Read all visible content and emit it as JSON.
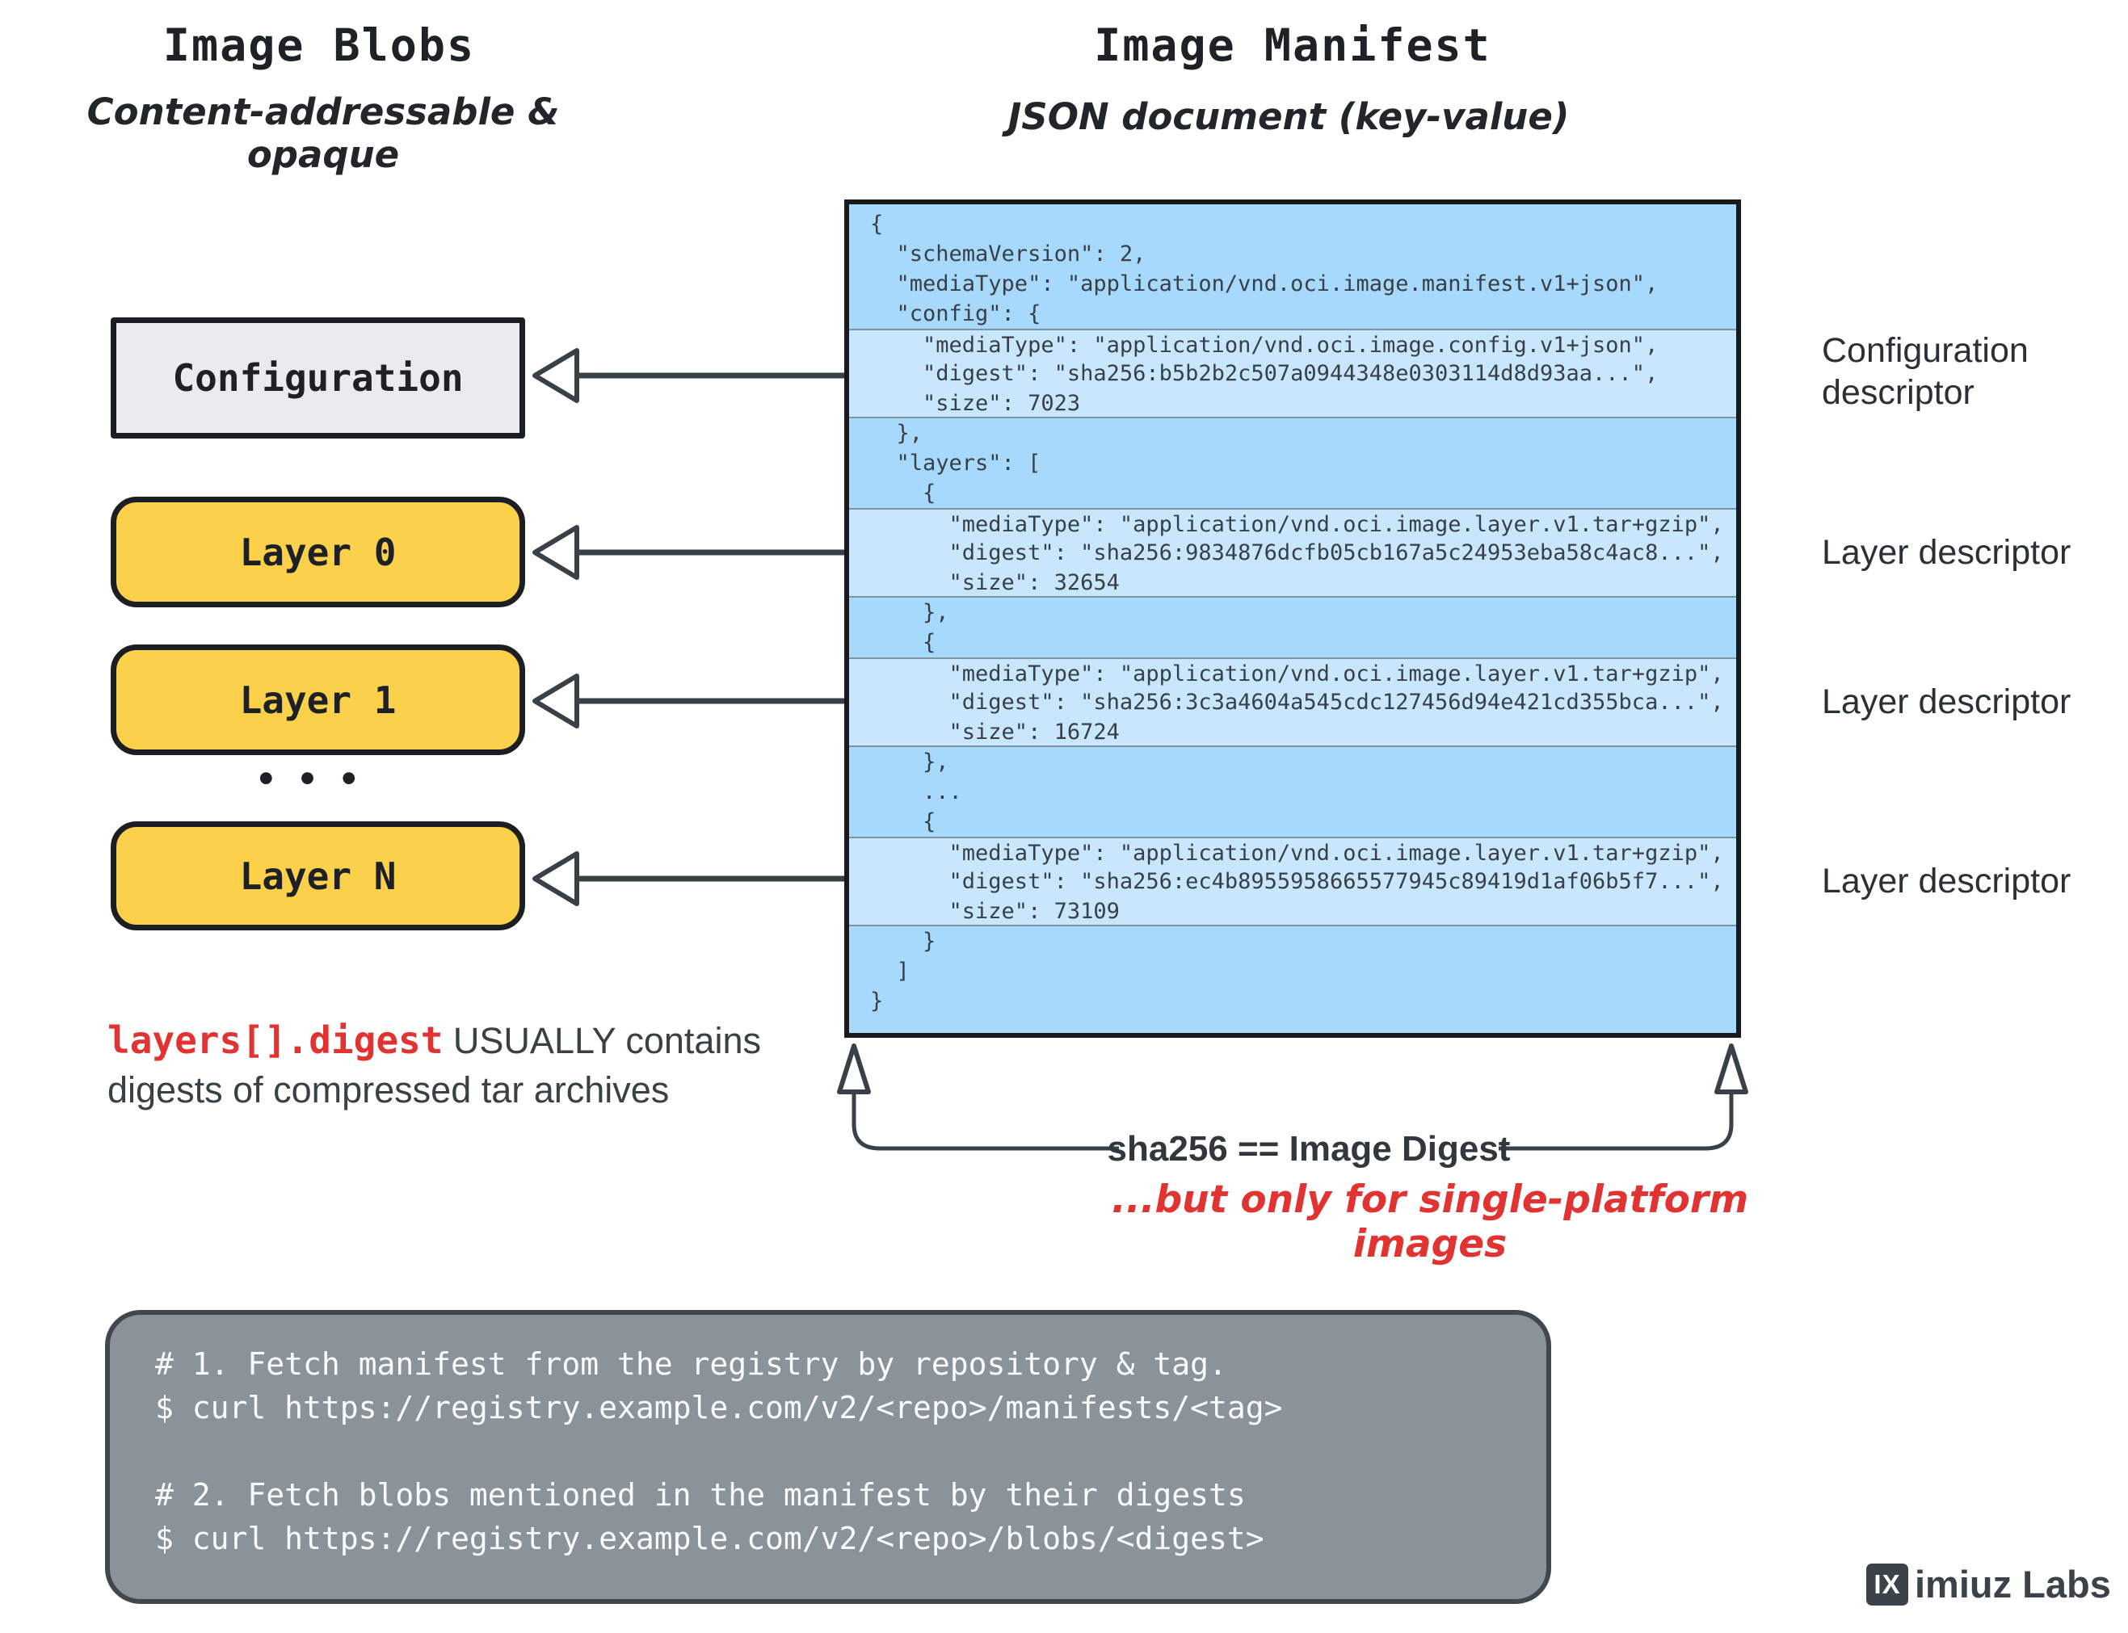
{
  "left_panel": {
    "title": "Image Blobs",
    "subtitle": "Content-addressable & opaque",
    "ellipsis": "•••",
    "blobs": [
      {
        "label": "Configuration",
        "type": "config"
      },
      {
        "label": "Layer 0",
        "type": "layer"
      },
      {
        "label": "Layer 1",
        "type": "layer"
      },
      {
        "label": "Layer N",
        "type": "layer"
      }
    ]
  },
  "manifest_panel": {
    "title": "Image Manifest",
    "subtitle": "JSON document (key-value)",
    "json_lines": [
      {
        "t": "{",
        "hl": false
      },
      {
        "t": "  \"schemaVersion\": 2,",
        "hl": false
      },
      {
        "t": "  \"mediaType\": \"application/vnd.oci.image.manifest.v1+json\",",
        "hl": false
      },
      {
        "t": "  \"config\": {",
        "hl": false
      },
      {
        "t": "    \"mediaType\": \"application/vnd.oci.image.config.v1+json\",",
        "hl": true
      },
      {
        "t": "    \"digest\": \"sha256:b5b2b2c507a0944348e0303114d8d93aa...\",",
        "hl": true
      },
      {
        "t": "    \"size\": 7023",
        "hl": true
      },
      {
        "t": "  },",
        "hl": false
      },
      {
        "t": "  \"layers\": [",
        "hl": false
      },
      {
        "t": "    {",
        "hl": false
      },
      {
        "t": "      \"mediaType\": \"application/vnd.oci.image.layer.v1.tar+gzip\",",
        "hl": true
      },
      {
        "t": "      \"digest\": \"sha256:9834876dcfb05cb167a5c24953eba58c4ac8...\",",
        "hl": true
      },
      {
        "t": "      \"size\": 32654",
        "hl": true
      },
      {
        "t": "    },",
        "hl": false
      },
      {
        "t": "    {",
        "hl": false
      },
      {
        "t": "      \"mediaType\": \"application/vnd.oci.image.layer.v1.tar+gzip\",",
        "hl": true
      },
      {
        "t": "      \"digest\": \"sha256:3c3a4604a545cdc127456d94e421cd355bca...\",",
        "hl": true
      },
      {
        "t": "      \"size\": 16724",
        "hl": true
      },
      {
        "t": "    },",
        "hl": false
      },
      {
        "t": "    ...",
        "hl": false
      },
      {
        "t": "    {",
        "hl": false
      },
      {
        "t": "      \"mediaType\": \"application/vnd.oci.image.layer.v1.tar+gzip\",",
        "hl": true
      },
      {
        "t": "      \"digest\": \"sha256:ec4b8955958665577945c89419d1af06b5f7...\",",
        "hl": true
      },
      {
        "t": "      \"size\": 73109",
        "hl": true
      },
      {
        "t": "    }",
        "hl": false
      },
      {
        "t": "  ]",
        "hl": false
      },
      {
        "t": "}",
        "hl": false
      }
    ]
  },
  "descriptor_labels": [
    "Configuration descriptor",
    "Layer descriptor",
    "Layer descriptor",
    "Layer descriptor"
  ],
  "digest_note": {
    "label": "sha256 == Image Digest",
    "caveat": "...but only for single-platform images"
  },
  "blob_note": {
    "code": "layers[].digest",
    "line1_rest": " USUALLY contains",
    "line2": "digests of compressed tar archives"
  },
  "terminal": {
    "lines": [
      "# 1. Fetch manifest from the registry by repository & tag.",
      "$ curl https://registry.example.com/v2/<repo>/manifests/<tag>",
      "",
      "# 2. Fetch blobs mentioned in the manifest by their digests",
      "$ curl https://registry.example.com/v2/<repo>/blobs/<digest>"
    ]
  },
  "branding": {
    "badge": "IX",
    "name": "imiuz Labs"
  },
  "colors": {
    "blue": "#a6d9fb",
    "blue-hl": "#c9e7fc",
    "yellow": "#fbd14b",
    "gray-box": "#e9ebee",
    "term-bg": "#8a929a",
    "term-border": "#40474e",
    "red": "#e23333",
    "ink": "#1b1e22",
    "text": "#383f46"
  }
}
